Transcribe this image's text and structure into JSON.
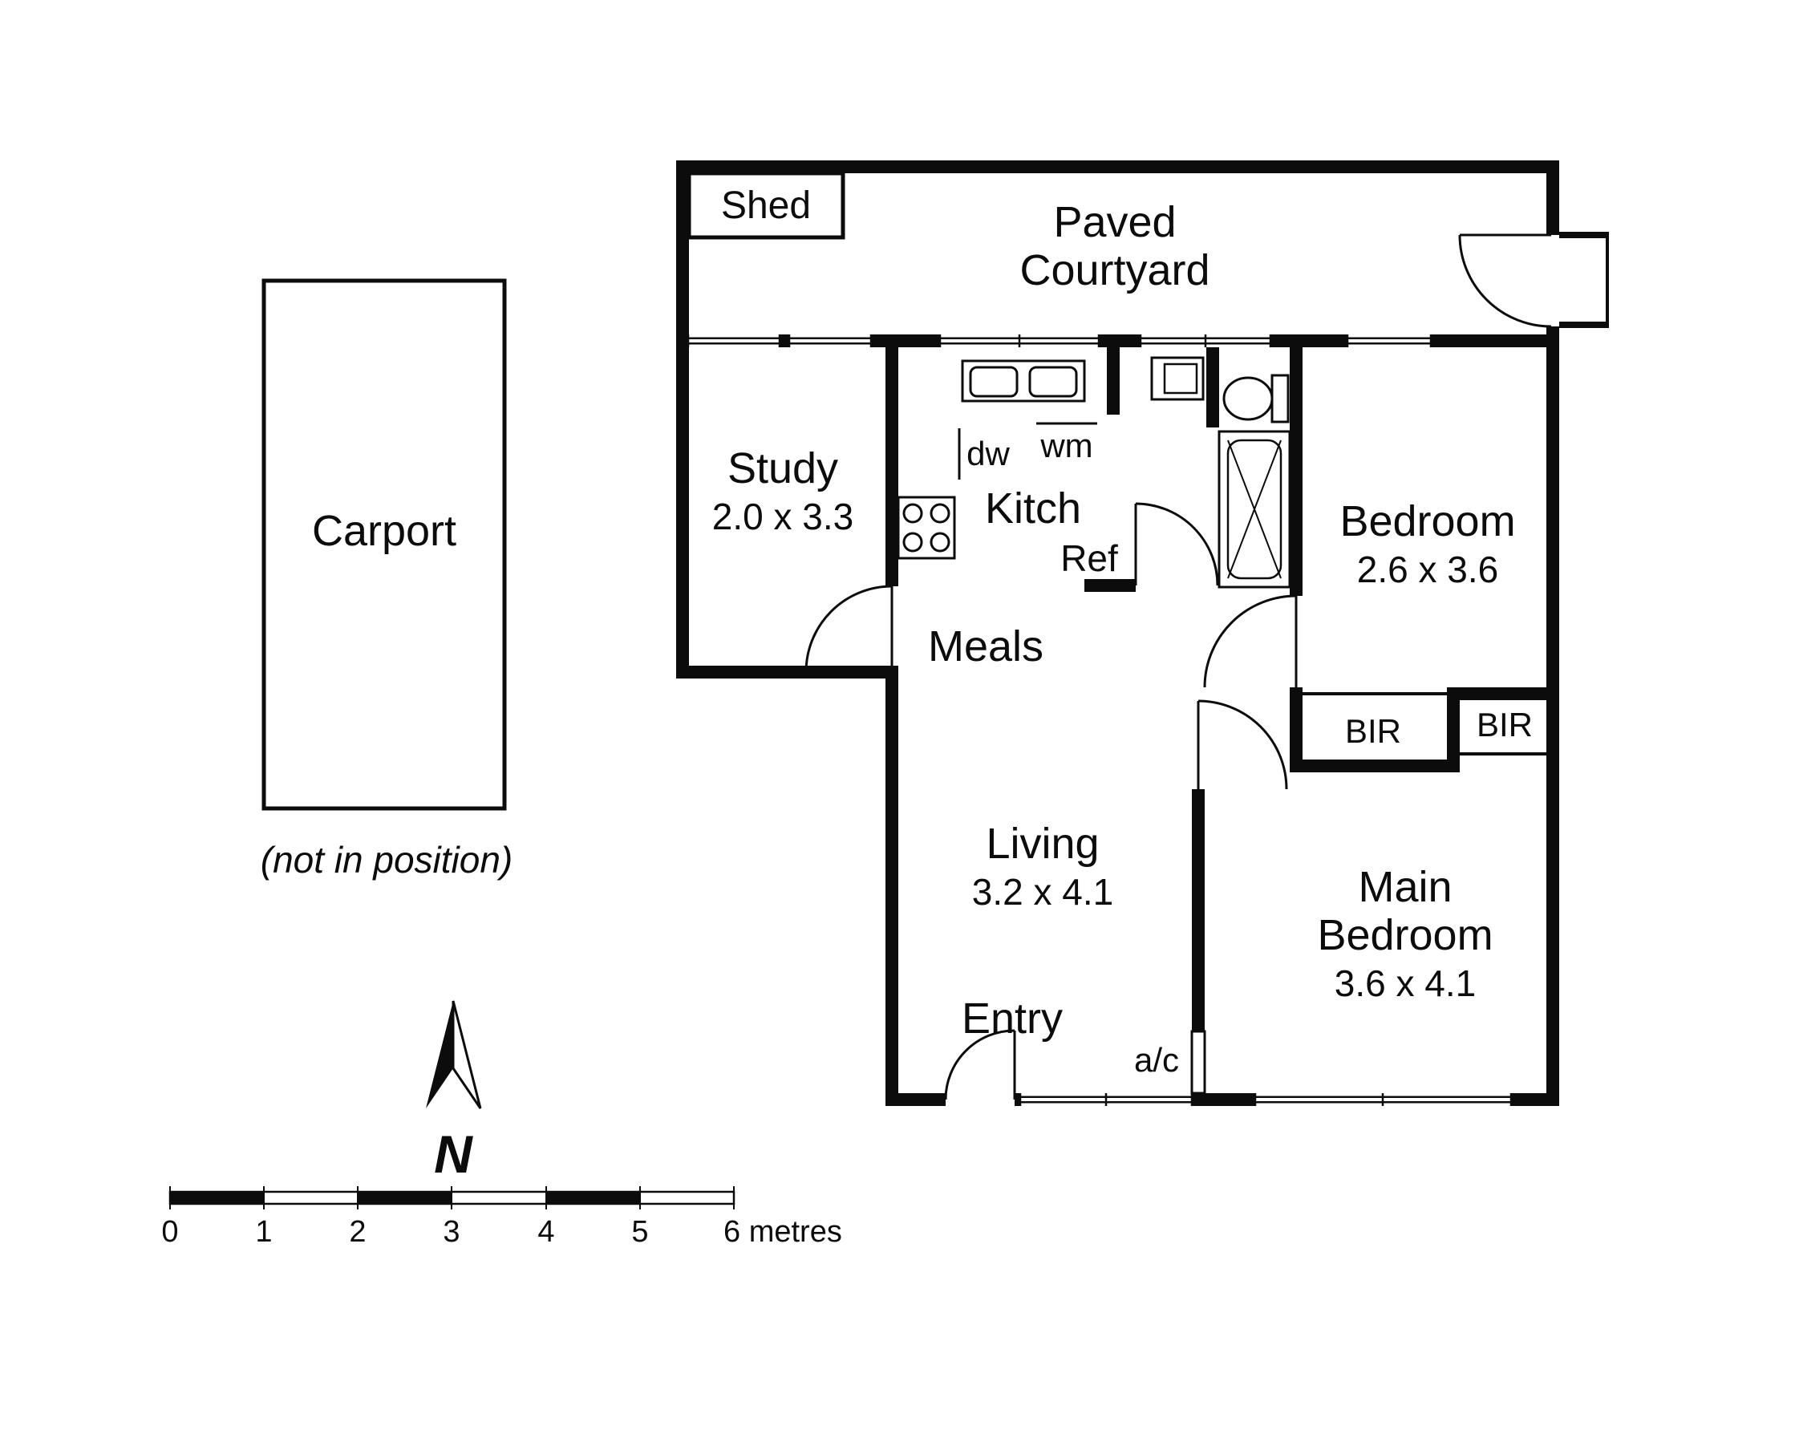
{
  "plan": {
    "shed": "Shed",
    "courtyard_line1": "Paved",
    "courtyard_line2": "Courtyard",
    "study_label": "Study",
    "study_dims": "2.0 x 3.3",
    "kitchen_label": "Kitch",
    "dw": "dw",
    "wm": "wm",
    "ref": "Ref",
    "meals": "Meals",
    "bedroom_label": "Bedroom",
    "bedroom_dims": "2.6 x 3.6",
    "bir1": "BIR",
    "bir2": "BIR",
    "living_label": "Living",
    "living_dims": "3.2 x 4.1",
    "entry": "Entry",
    "ac": "a/c",
    "main_line1": "Main",
    "main_line2": "Bedroom",
    "main_dims": "3.6 x 4.1"
  },
  "carport": {
    "label": "Carport",
    "note": "(not in position)"
  },
  "compass": {
    "north": "N"
  },
  "scale": {
    "ticks": [
      "0",
      "1",
      "2",
      "3",
      "4",
      "5"
    ],
    "end": "6 metres"
  }
}
